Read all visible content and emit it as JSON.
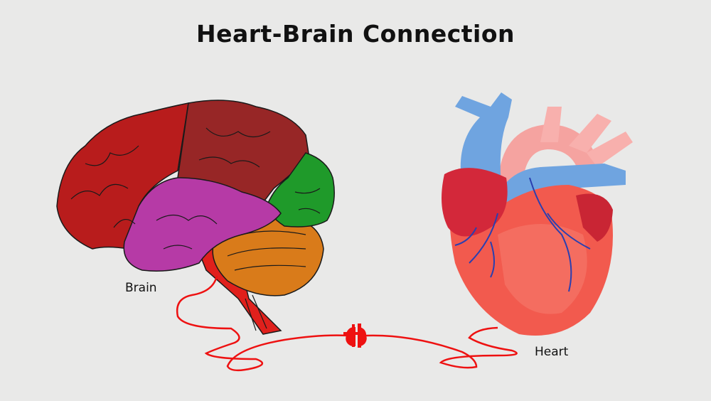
{
  "title": "Heart-Brain Connection",
  "labels": {
    "brain": "Brain",
    "heart": "Heart"
  },
  "colors": {
    "background": "#e9e9e8",
    "frontal_lobe": "#b81c1c",
    "parietal_lobe": "#972626",
    "occipital_lobe": "#1f9a2a",
    "temporal_lobe": "#b63aa6",
    "cerebellum": "#d97b1a",
    "brainstem": "#e0201c",
    "heart_main": "#f25a4e",
    "aorta": "#f5a3a0",
    "veins": "#6fa4e0",
    "cord": "#ee1111"
  }
}
